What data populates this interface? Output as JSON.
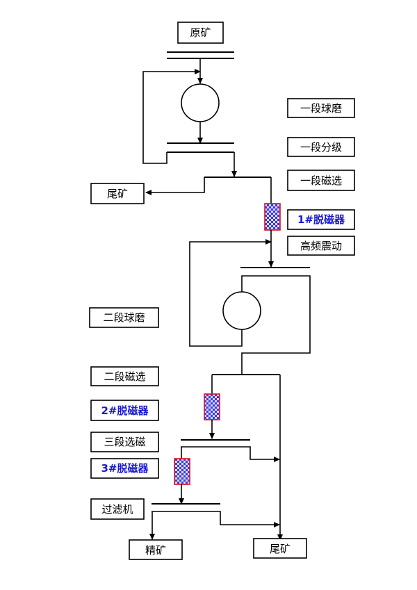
{
  "labels": {
    "raw_ore": "原矿",
    "stage1_ball_mill": "一段球磨",
    "stage1_classification": "一段分级",
    "stage1_magnetic_separation": "一段磁选",
    "tailings_1": "尾矿",
    "demagnetizer_1": "1#脱磁器",
    "high_frequency_vibration": "高频震动",
    "stage2_ball_mill": "二段球磨",
    "stage2_magnetic_separation": "二段磁选",
    "demagnetizer_2": "2#脱磁器",
    "stage3_magnetic_separation": "三段选磁",
    "demagnetizer_3": "3#脱磁器",
    "filter": "过滤机",
    "concentrate": "精矿",
    "tailings_2": "尾矿"
  },
  "colors": {
    "demagnetizer_fill": "#3a3adb",
    "demagnetizer_border": "#e01020",
    "demagnetizer_label": "#1a1acc"
  }
}
